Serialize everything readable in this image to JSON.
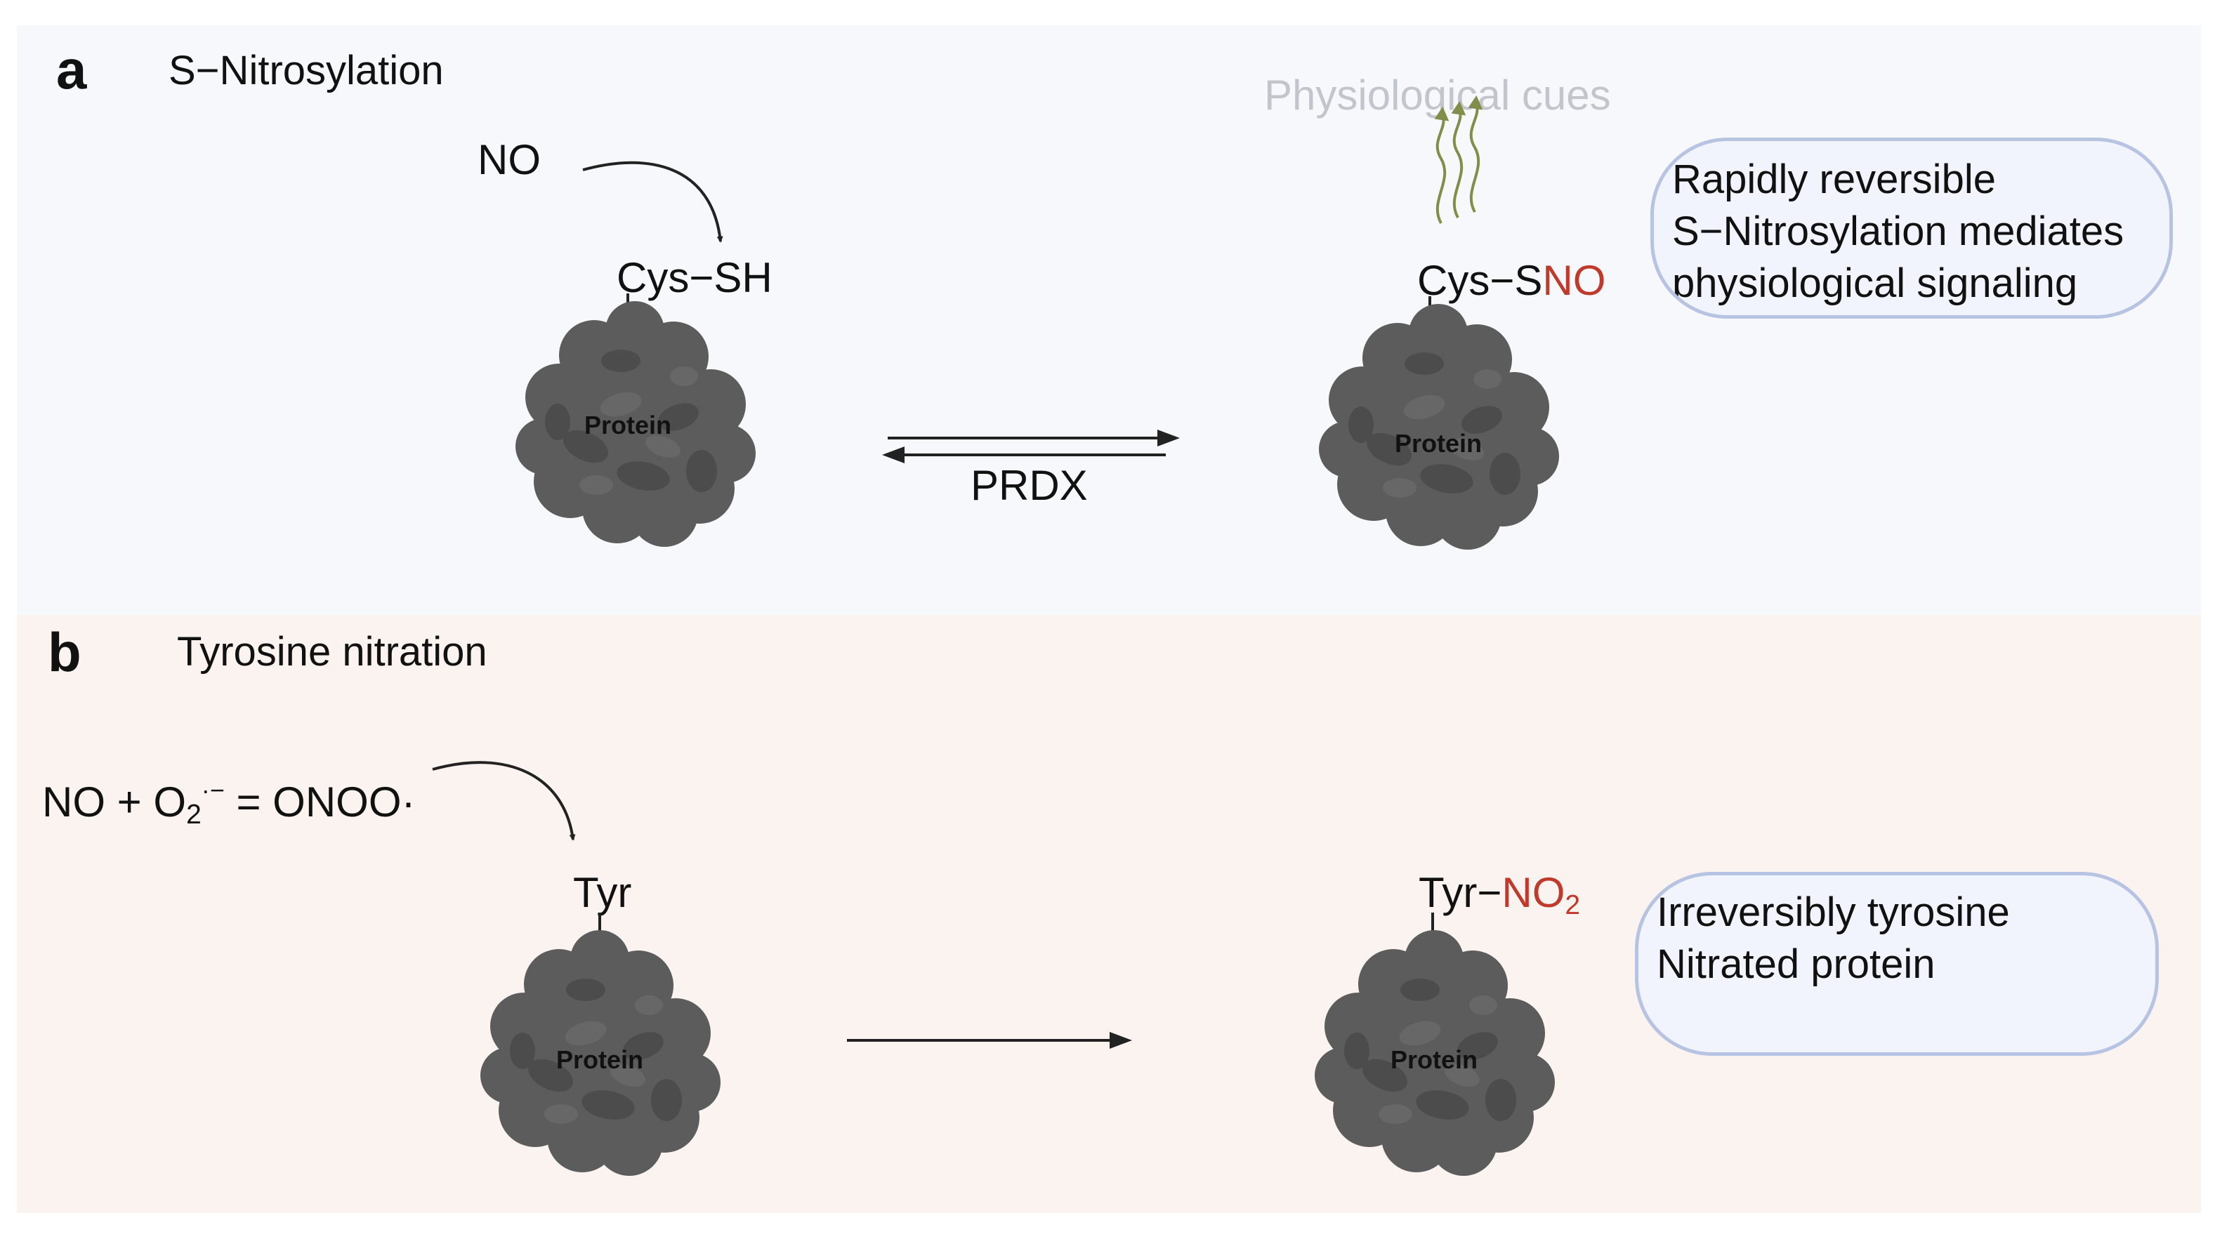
{
  "colors": {
    "panel_a_background": "#f6f8fc",
    "panel_b_background": "#fbf3ef",
    "protein": "#5c5c5c",
    "modification_red": "#c0392b",
    "note_border": "#b6c3e2",
    "note_fill": "#f1f4fc",
    "cue_lines": "#7f8f4a"
  },
  "panel_a": {
    "letter": "a",
    "title": "S−Nitrosylation",
    "reactant": "NO",
    "site_left": "Cys−SH",
    "site_right_prefix": "Cys−S",
    "site_right_mod": "NO",
    "cues_label": "Physiological cues",
    "enzyme": "PRDX",
    "protein_left": "Protein",
    "protein_right": "Protein",
    "note_lines": [
      "Rapidly reversible",
      "S−Nitrosylation mediates",
      "physiological signaling"
    ]
  },
  "panel_b": {
    "letter": "b",
    "title": "Tyrosine nitration",
    "reaction": {
      "part1": "NO + O",
      "o2_sub": "2",
      "o2_sup": "·−",
      "part2": " = ONOO",
      "tail": "·"
    },
    "site_left": "Tyr",
    "site_right_prefix": "Tyr−",
    "site_right_mod": "NO",
    "site_right_mod_sub": "2",
    "protein_left": "Protein",
    "protein_right": "Protein",
    "note_lines": [
      "Irreversibly tyrosine",
      "Nitrated protein"
    ]
  }
}
